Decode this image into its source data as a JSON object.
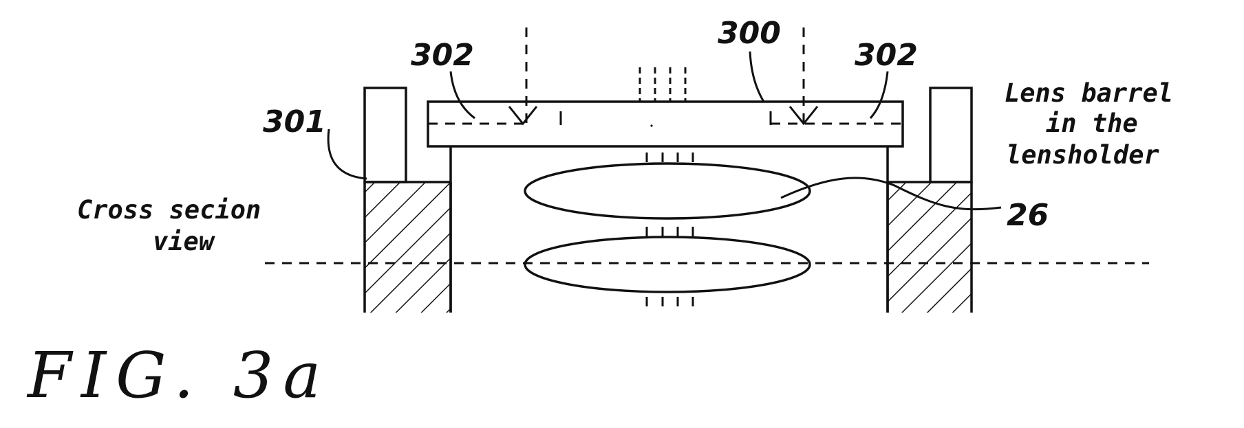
{
  "refs": {
    "cover_glass": "300",
    "lens_holder": "301",
    "glue_left": "302",
    "glue_right": "302",
    "lens": "26"
  },
  "labels": {
    "barrel_line1": "Lens barrel",
    "barrel_line2": "in the",
    "barrel_line3": "lensholder",
    "cross_line1": "Cross secion",
    "cross_line2": "view"
  },
  "caption": "FIG. 3a",
  "colors": {
    "ink": "#111111",
    "paper": "#ffffff"
  }
}
